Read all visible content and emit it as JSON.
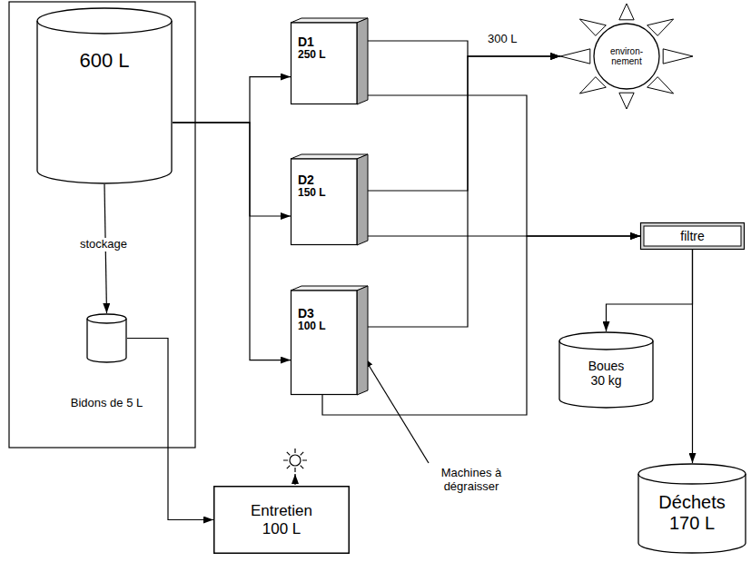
{
  "diagram": {
    "nodes": [
      {
        "text": [
          "600 L"
        ]
      },
      {
        "text": [
          "Bidons de 5 L"
        ]
      },
      {
        "text": [
          "D1",
          "250 L"
        ]
      },
      {
        "text": [
          "D2",
          "150 L"
        ]
      },
      {
        "text": [
          "D3",
          "100 L"
        ]
      },
      {
        "text": [
          "environ- nement"
        ]
      },
      {
        "text": [
          "filtre"
        ]
      },
      {
        "text": [
          "Boues 30 kg"
        ]
      },
      {
        "text": [
          "Déchets 170 L"
        ]
      },
      {
        "text": [
          "Entretien 100 L"
        ]
      }
    ],
    "edges": [
      {
        "from": 0,
        "to": 1,
        "label": "stockage",
        "arrow": "to"
      },
      {
        "from": 0,
        "to": 2,
        "arrow": "to"
      },
      {
        "from": 0,
        "to": 3,
        "arrow": "to"
      },
      {
        "from": 0,
        "to": 4,
        "arrow": "to"
      },
      {
        "from": 2,
        "to": 5,
        "label": "300 L",
        "arrow": "to"
      },
      {
        "from": 3,
        "to": 5,
        "arrow": "to"
      },
      {
        "from": 4,
        "to": 5,
        "arrow": "to"
      },
      {
        "from": 2,
        "to": 6,
        "arrow": "to"
      },
      {
        "from": 3,
        "to": 6,
        "arrow": "to"
      },
      {
        "from": 4,
        "to": 6,
        "arrow": "to"
      },
      {
        "from": 6,
        "to": 7,
        "arrow": "to"
      },
      {
        "from": 6,
        "to": 8,
        "arrow": "to"
      },
      {
        "from": 1,
        "to": 9,
        "arrow": "to"
      }
    ],
    "labels": [
      "Machines à dégraisser"
    ]
  }
}
